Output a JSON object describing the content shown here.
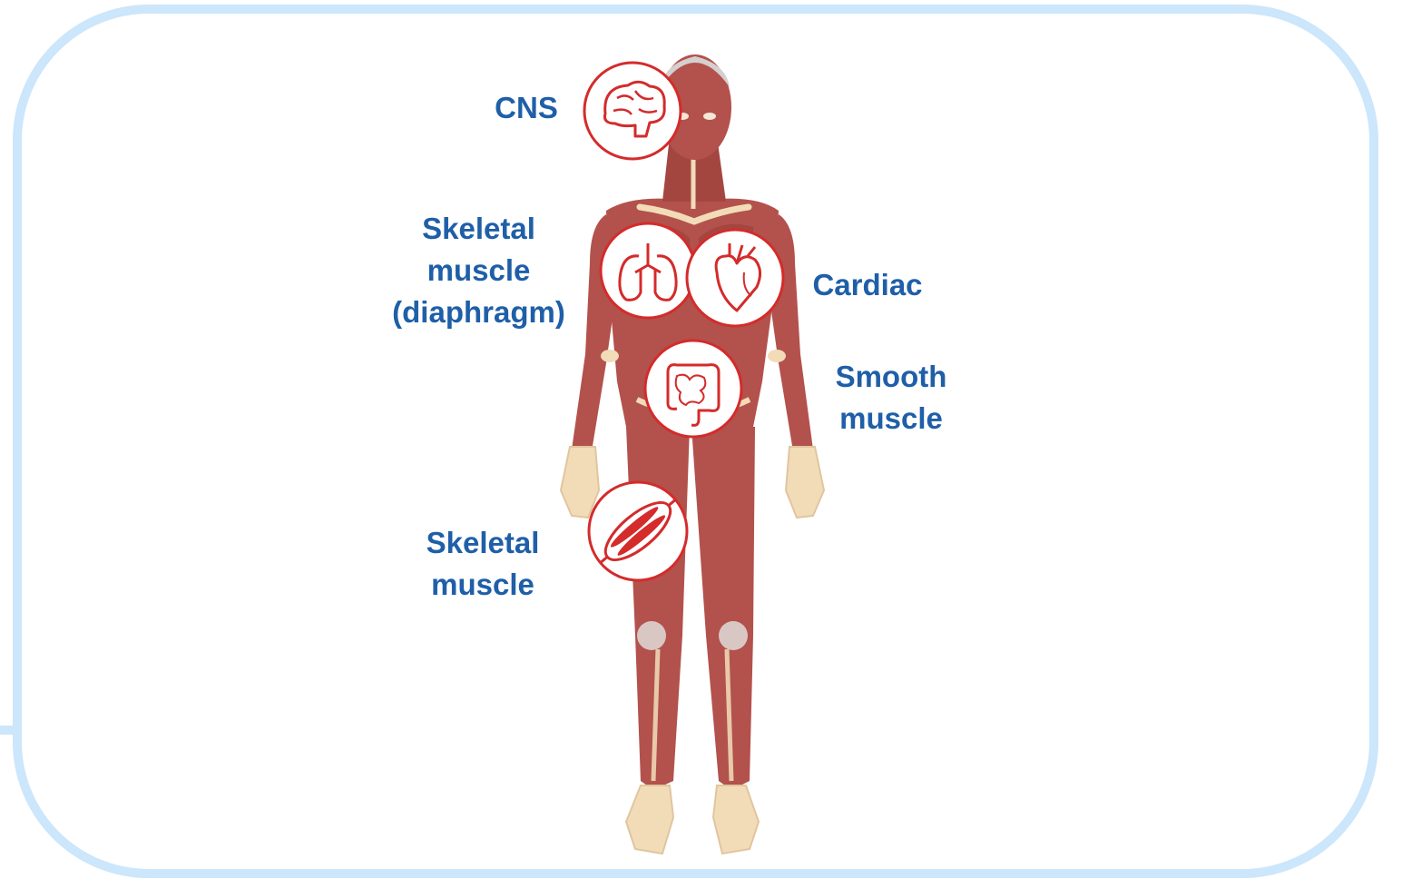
{
  "labels": {
    "cns": "CNS",
    "diaphragm_line1": "Skeletal",
    "diaphragm_line2": "muscle",
    "diaphragm_line3": "(diaphragm)",
    "cardiac": "Cardiac",
    "smooth_line1": "Smooth",
    "smooth_line2": "muscle",
    "skeletal_line1": "Skeletal",
    "skeletal_line2": "muscle"
  },
  "icons": [
    "brain-icon",
    "lungs-icon",
    "heart-icon",
    "intestine-icon",
    "muscle-fiber-icon"
  ],
  "colors": {
    "frame": "#cce6fb",
    "label_text": "#1f5fa8",
    "icon_stroke": "#d42b2b",
    "muscle": "#b3514c",
    "bone": "#f2dcb8"
  }
}
